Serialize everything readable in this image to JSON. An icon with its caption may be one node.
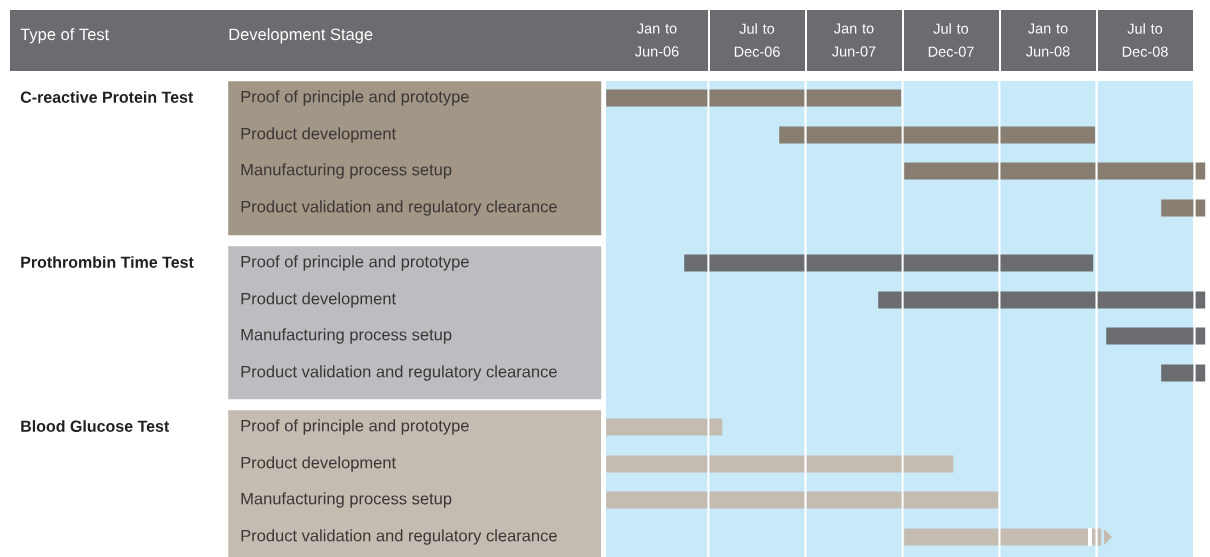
{
  "diagram": {
    "nodes": [
      {
        "text": [
          "Proof of principle and prototype",
          "Product development",
          "Manufacturing process setup",
          "Product validation and regulatory clearance"
        ],
        "beside": [
          "C-reactive Protein Test"
        ]
      },
      {
        "text": [
          "Proof of principle and prototype",
          "Product development",
          "Manufacturing process setup",
          "Product validation and regulatory clearance"
        ],
        "beside": [
          "Prothrombin Time Test"
        ]
      },
      {
        "text": [
          "Proof of principle and prototype",
          "Product development",
          "Manufacturing process setup",
          "Product validation and regulatory clearance"
        ],
        "beside": [
          "Blood Glucose Test"
        ]
      },
      {
        "text": [],
        "shape": "bar"
      },
      {
        "text": [],
        "shape": "bar"
      },
      {
        "text": [],
        "shape": "bar"
      },
      {
        "text": [],
        "shape": "bar"
      },
      {
        "text": [],
        "shape": "bar"
      },
      {
        "text": [],
        "shape": "bar"
      },
      {
        "text": [],
        "shape": "bar"
      },
      {
        "text": [],
        "shape": "bar"
      },
      {
        "text": [],
        "shape": "bar"
      },
      {
        "text": [],
        "shape": "bar"
      },
      {
        "text": [],
        "shape": "bar"
      },
      {
        "text": [],
        "shape": "bar"
      }
    ],
    "labels": [
      "Type of Test",
      "Development Stage",
      "Jan to Jun-06",
      "Jul to Dec-06",
      "Jan to Jun-07",
      "Jul to Dec-07",
      "Jan to Jun-08",
      "Jul to Dec-08"
    ]
  }
}
